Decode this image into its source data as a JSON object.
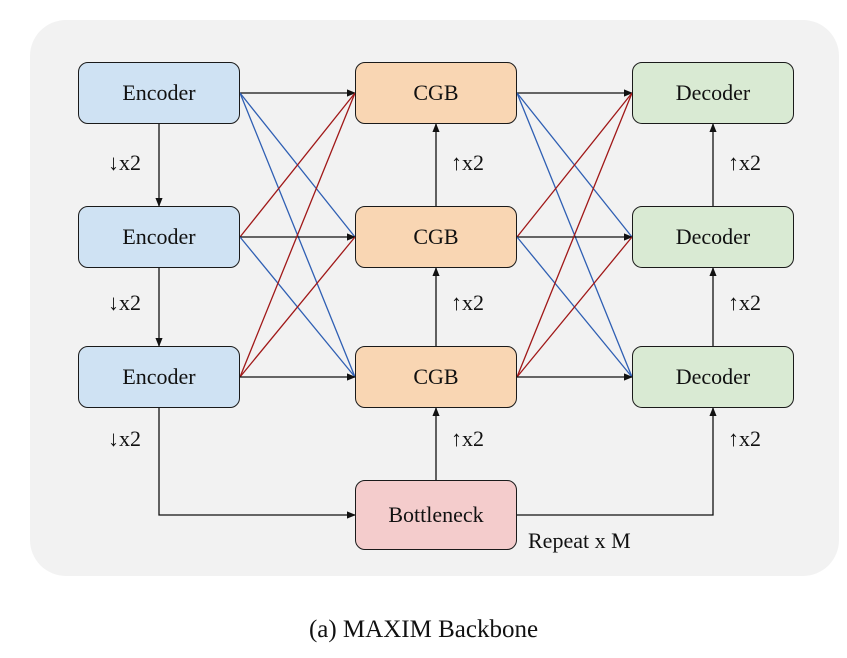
{
  "diagram": {
    "encoders": [
      "Encoder",
      "Encoder",
      "Encoder"
    ],
    "cgbs": [
      "CGB",
      "CGB",
      "CGB"
    ],
    "decoders": [
      "Decoder",
      "Decoder",
      "Decoder"
    ],
    "bottleneck": "Bottleneck",
    "down_labels": [
      "↓x2",
      "↓x2",
      "↓x2"
    ],
    "up_labels_cgb": [
      "↑x2",
      "↑x2",
      "↑x2"
    ],
    "up_labels_decoder": [
      "↑x2",
      "↑x2",
      "↑x2"
    ],
    "repeat_label": "Repeat x M",
    "caption": "(a) MAXIM Backbone",
    "colors": {
      "encoder_fill": "#cfe2f3",
      "cgb_fill": "#f9d6b3",
      "decoder_fill": "#d9ead3",
      "bottleneck_fill": "#f4cccc",
      "panel": "#f2f2f2",
      "red_edge": "#a01818",
      "blue_edge": "#2f5fb3",
      "black_edge": "#111111"
    }
  }
}
